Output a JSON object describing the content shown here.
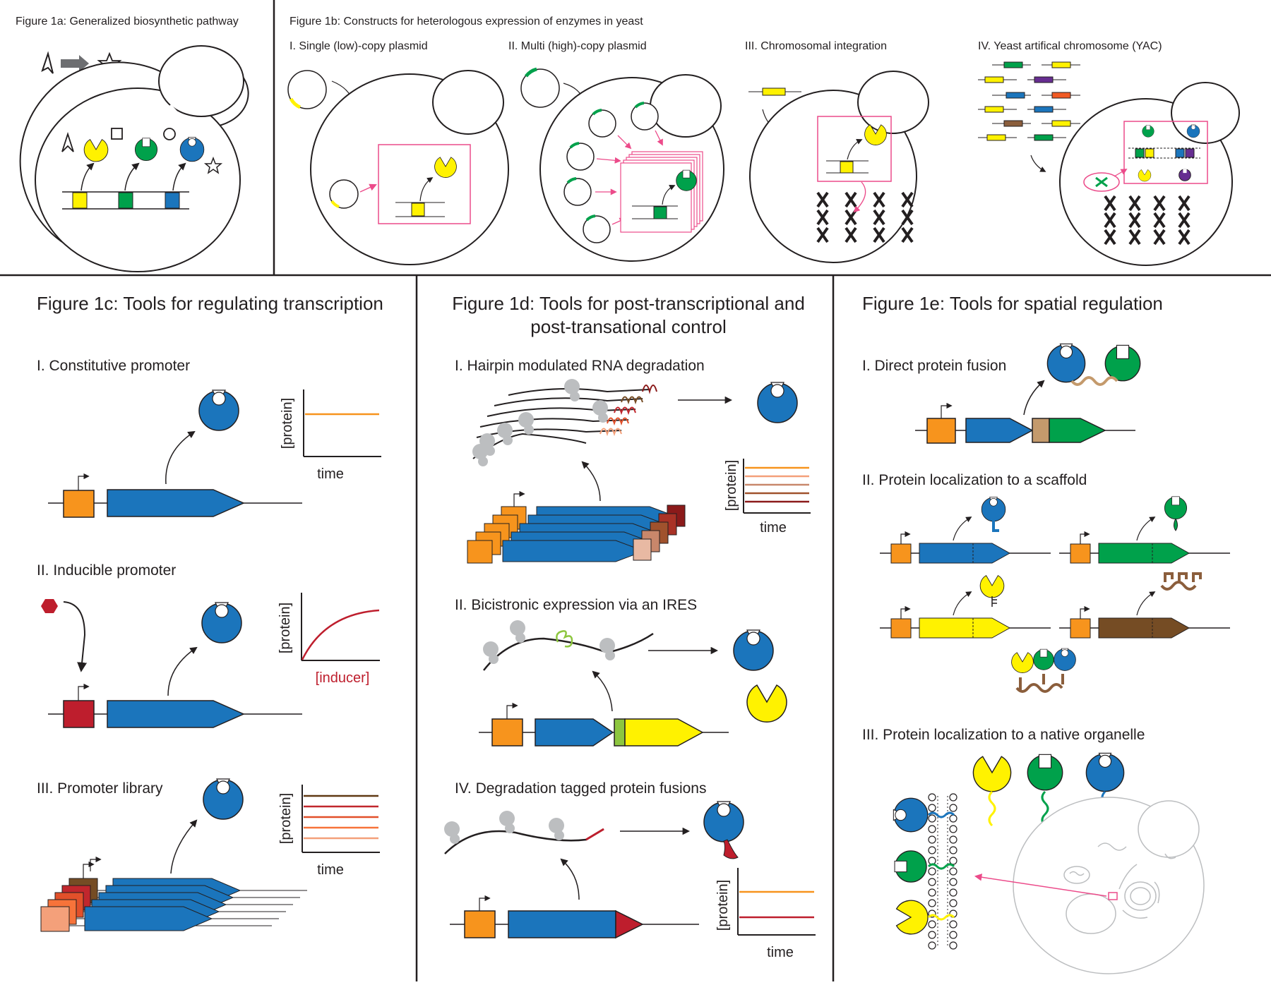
{
  "fig1a": {
    "title": "Figure 1a: Generalized biosynthetic pathway"
  },
  "fig1b": {
    "title": "Figure 1b: Constructs for heterologous expression of enzymes in yeast",
    "panels": [
      {
        "label": "I. Single (low)-copy plasmid"
      },
      {
        "label": "II. Multi (high)-copy plasmid"
      },
      {
        "label": "III. Chromosomal integration"
      },
      {
        "label": "IV. Yeast artifical chromosome (YAC)"
      }
    ]
  },
  "fig1c": {
    "title": "Figure 1c: Tools for regulating transcription",
    "panels": [
      {
        "label": "I. Constitutive promoter",
        "ylabel": "[protein]",
        "xlabel": "time"
      },
      {
        "label": "II. Inducible promoter",
        "ylabel": "[protein]",
        "xlabel": "[inducer]"
      },
      {
        "label": "III. Promoter library",
        "ylabel": "[protein]",
        "xlabel": "time"
      }
    ]
  },
  "fig1d": {
    "title_line1": "Figure 1d: Tools for post-transcriptional and",
    "title_line2": "post-transational control",
    "panels": [
      {
        "label": "I. Hairpin modulated RNA degradation",
        "ylabel": "[protein]",
        "xlabel": "time"
      },
      {
        "label": "II. Bicistronic expression via an IRES"
      },
      {
        "label": "IV. Degradation tagged protein fusions",
        "ylabel": "[protein]",
        "xlabel": "time"
      }
    ]
  },
  "fig1e": {
    "title": "Figure 1e: Tools for spatial regulation",
    "panels": [
      {
        "label": "I. Direct protein fusion"
      },
      {
        "label": "II. Protein localization to a scaffold"
      },
      {
        "label": "III. Protein localization to a native organelle"
      }
    ]
  },
  "colors": {
    "blue": "#1b75bc",
    "green": "#00a14b",
    "yellow": "#fff200",
    "orange": "#f7941d",
    "red": "#be1e2d",
    "pink": "#ec4b8a",
    "brown": "#8b5e3c",
    "tan": "#c49a6c",
    "purple": "#662d91",
    "lightgreen": "#8dc63f",
    "gray": "#bcbec0"
  }
}
